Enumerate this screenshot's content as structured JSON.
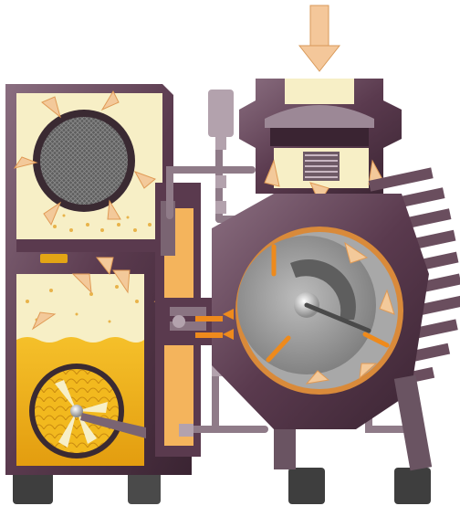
{
  "diagram": {
    "colors": {
      "background": "#ffffff",
      "housing": "#5a3a4e",
      "housing_light": "#9a8292",
      "housing_dark": "#3a2432",
      "cream": "#f7efc6",
      "cream_dark": "#e9dca4",
      "oil": "#f2b91e",
      "oil_dark": "#d99a10",
      "flow_arrow": "#f3c99a",
      "flow_arrow_stroke": "#e09a55",
      "intake_arrow": "#f4c79a",
      "pipe": "#9d8a98",
      "rotor": "#9c9c9c",
      "rotor_dark": "#6e6e6e",
      "vane_orange": "#ee8a1c",
      "filter_mesh": "#6b6b6b",
      "foot": "#4a4a4a"
    },
    "icons": [
      "intake-arrow",
      "exhaust-filter",
      "oil-sump",
      "rotor",
      "cooling-fins",
      "inlet-valve",
      "gas-ballast-valve"
    ]
  }
}
